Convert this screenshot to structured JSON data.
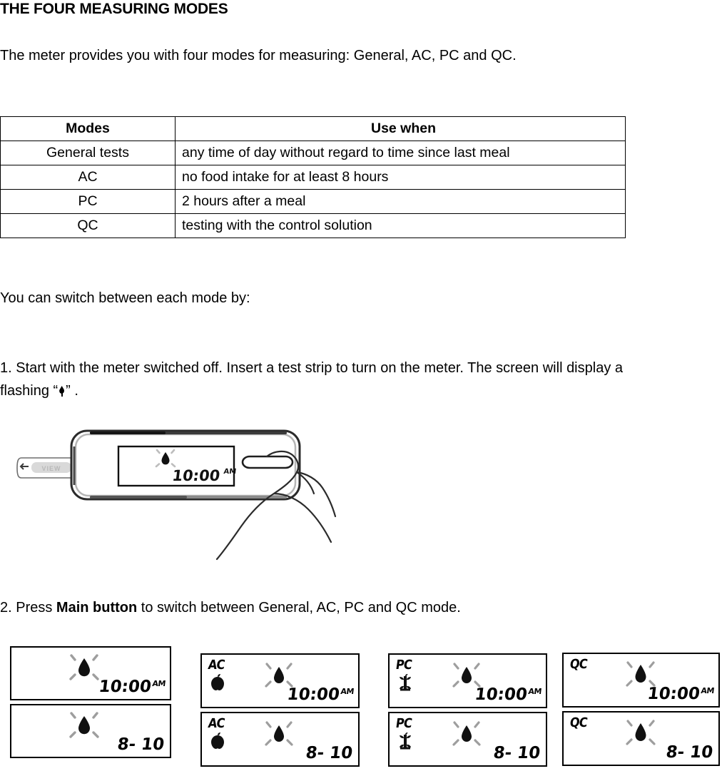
{
  "page": {
    "title": "THE FOUR MEASURING MODES",
    "intro": "The meter provides you with four modes for measuring: General, AC, PC and QC."
  },
  "modes_table": {
    "headers": [
      "Modes",
      "Use when"
    ],
    "rows": [
      {
        "mode": "General tests",
        "use_when": "any time of day without regard to time since last meal"
      },
      {
        "mode": "AC",
        "use_when": "no food intake for at least 8 hours"
      },
      {
        "mode": "PC",
        "use_when": "2 hours after a meal"
      },
      {
        "mode": "QC",
        "use_when": "testing with the control solution"
      }
    ]
  },
  "body": {
    "switch_intro": "You can switch between each mode by:",
    "step1_before": "1. Start with the meter switched off. Insert a test strip to turn on the meter. The screen will display a flashing “",
    "step1_after": "” .",
    "step2_prefix": "2. Press ",
    "step2_bold": "Main button",
    "step2_suffix": " to switch between General, AC, PC and QC mode."
  },
  "meter_figure": {
    "strip_label": "VIEW",
    "display_time": "10:00",
    "display_ampm": "AM",
    "drop_icon": "blood-drop-flashing-icon",
    "button_icon": "main-button",
    "hand_icon": "pressing-finger-icon"
  },
  "lcd_groups": [
    {
      "id": "general",
      "mode_label": "",
      "food_icon": "",
      "panels": [
        {
          "readout": "10:00",
          "ampm": "AM",
          "drop": "blood-drop-flashing-icon"
        },
        {
          "readout": "8- 10",
          "ampm": "",
          "drop": "blood-drop-flashing-icon"
        }
      ]
    },
    {
      "id": "ac",
      "mode_label": "AC",
      "food_icon": "apple-whole-icon",
      "panels": [
        {
          "readout": "10:00",
          "ampm": "AM",
          "drop": "blood-drop-flashing-icon"
        },
        {
          "readout": "8- 10",
          "ampm": "",
          "drop": "blood-drop-flashing-icon"
        }
      ]
    },
    {
      "id": "pc",
      "mode_label": "PC",
      "food_icon": "apple-core-icon",
      "panels": [
        {
          "readout": "10:00",
          "ampm": "AM",
          "drop": "blood-drop-flashing-icon"
        },
        {
          "readout": "8- 10",
          "ampm": "",
          "drop": "blood-drop-flashing-icon"
        }
      ]
    },
    {
      "id": "qc",
      "mode_label": "QC",
      "food_icon": "",
      "panels": [
        {
          "readout": "10:00",
          "ampm": "AM",
          "drop": "blood-drop-flashing-icon"
        },
        {
          "readout": "8- 10",
          "ampm": "",
          "drop": "blood-drop-flashing-icon"
        }
      ]
    }
  ],
  "colors": {
    "text": "#000000",
    "background": "#ffffff",
    "rule": "#000000",
    "meter_shade": "#d9d9d9"
  }
}
